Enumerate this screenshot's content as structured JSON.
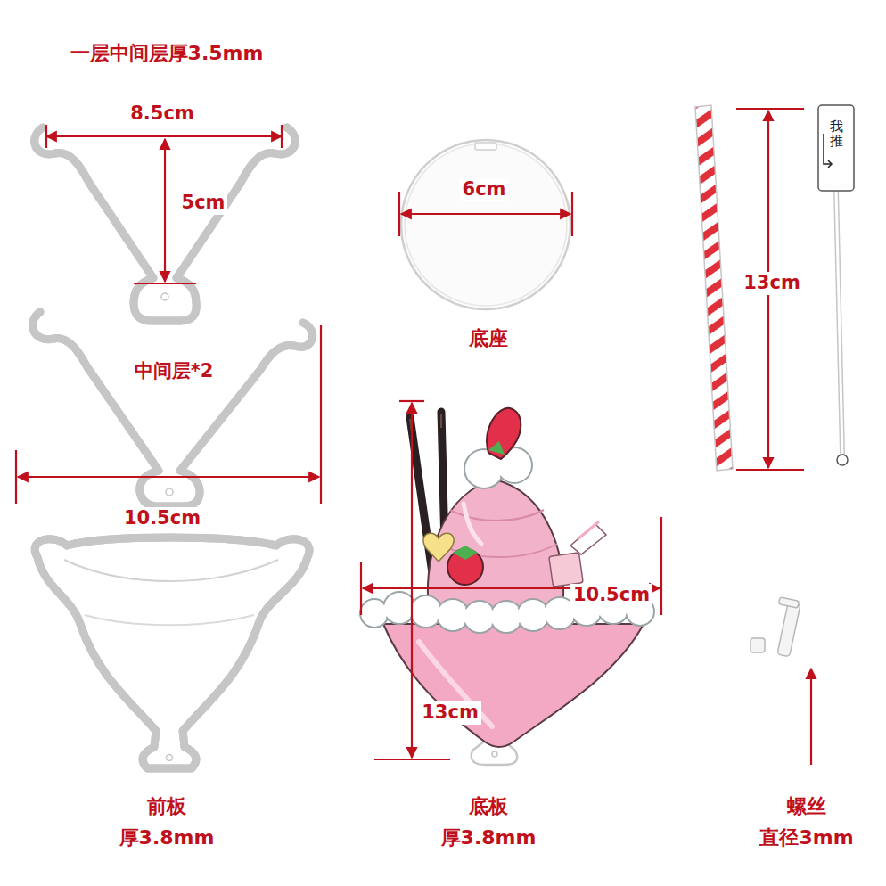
{
  "diagram": {
    "labels": [
      "一层中间层厚3.5mm",
      "8.5cm",
      "5cm",
      "6cm",
      "13cm",
      "我推",
      "底座",
      "中间层*2",
      "10.5cm",
      "10.5cm",
      "13cm",
      "前板",
      "厚3.8mm",
      "底板",
      "厚3.8mm",
      "螺丝",
      "直径3mm"
    ]
  }
}
